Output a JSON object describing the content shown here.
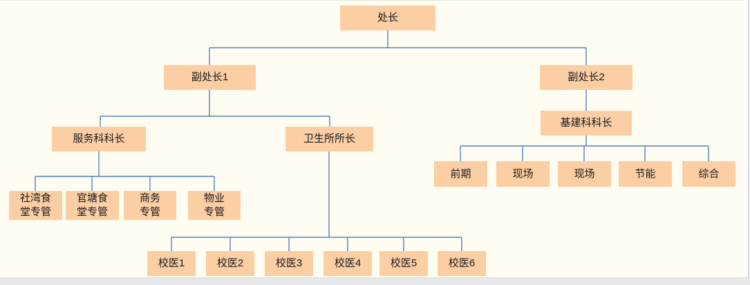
{
  "colors": {
    "canvas_bg": "#FFFDF2",
    "node_fill": "#FBCEA4",
    "connector": "#4F81BD",
    "text": "#1A1A1A",
    "footer_bar": "#E9E9E9"
  },
  "nodes": {
    "director": {
      "label": "处长"
    },
    "deputy1": {
      "label": "副处长1"
    },
    "deputy2": {
      "label": "副处长2"
    },
    "service_chief": {
      "label": "服务科科长"
    },
    "clinic_head": {
      "label": "卫生所所长"
    },
    "construction_chief": {
      "label": "基建科科长"
    },
    "canteen_shewan": {
      "label": "社湾食\n堂专管"
    },
    "canteen_guantang": {
      "label": "官塘食\n堂专管"
    },
    "business": {
      "label": "商务\n专管"
    },
    "property": {
      "label": "物业\n专管"
    },
    "doctor1": {
      "label": "校医1"
    },
    "doctor2": {
      "label": "校医2"
    },
    "doctor3": {
      "label": "校医3"
    },
    "doctor4": {
      "label": "校医4"
    },
    "doctor5": {
      "label": "校医5"
    },
    "doctor6": {
      "label": "校医6"
    },
    "pre_phase": {
      "label": "前期"
    },
    "site_1": {
      "label": "现场"
    },
    "site_2": {
      "label": "现场"
    },
    "energy": {
      "label": "节能"
    },
    "general": {
      "label": "综合"
    }
  },
  "hierarchy": {
    "处长": [
      "副处长1",
      "副处长2"
    ],
    "副处长1": [
      "服务科科长",
      "卫生所所长"
    ],
    "副处长2": [
      "基建科科长"
    ],
    "服务科科长": [
      "社湾食堂专管",
      "官塘食堂专管",
      "商务专管",
      "物业专管"
    ],
    "卫生所所长": [
      "校医1",
      "校医2",
      "校医3",
      "校医4",
      "校医5",
      "校医6"
    ],
    "基建科科长": [
      "前期",
      "现场",
      "现场",
      "节能",
      "综合"
    ]
  }
}
